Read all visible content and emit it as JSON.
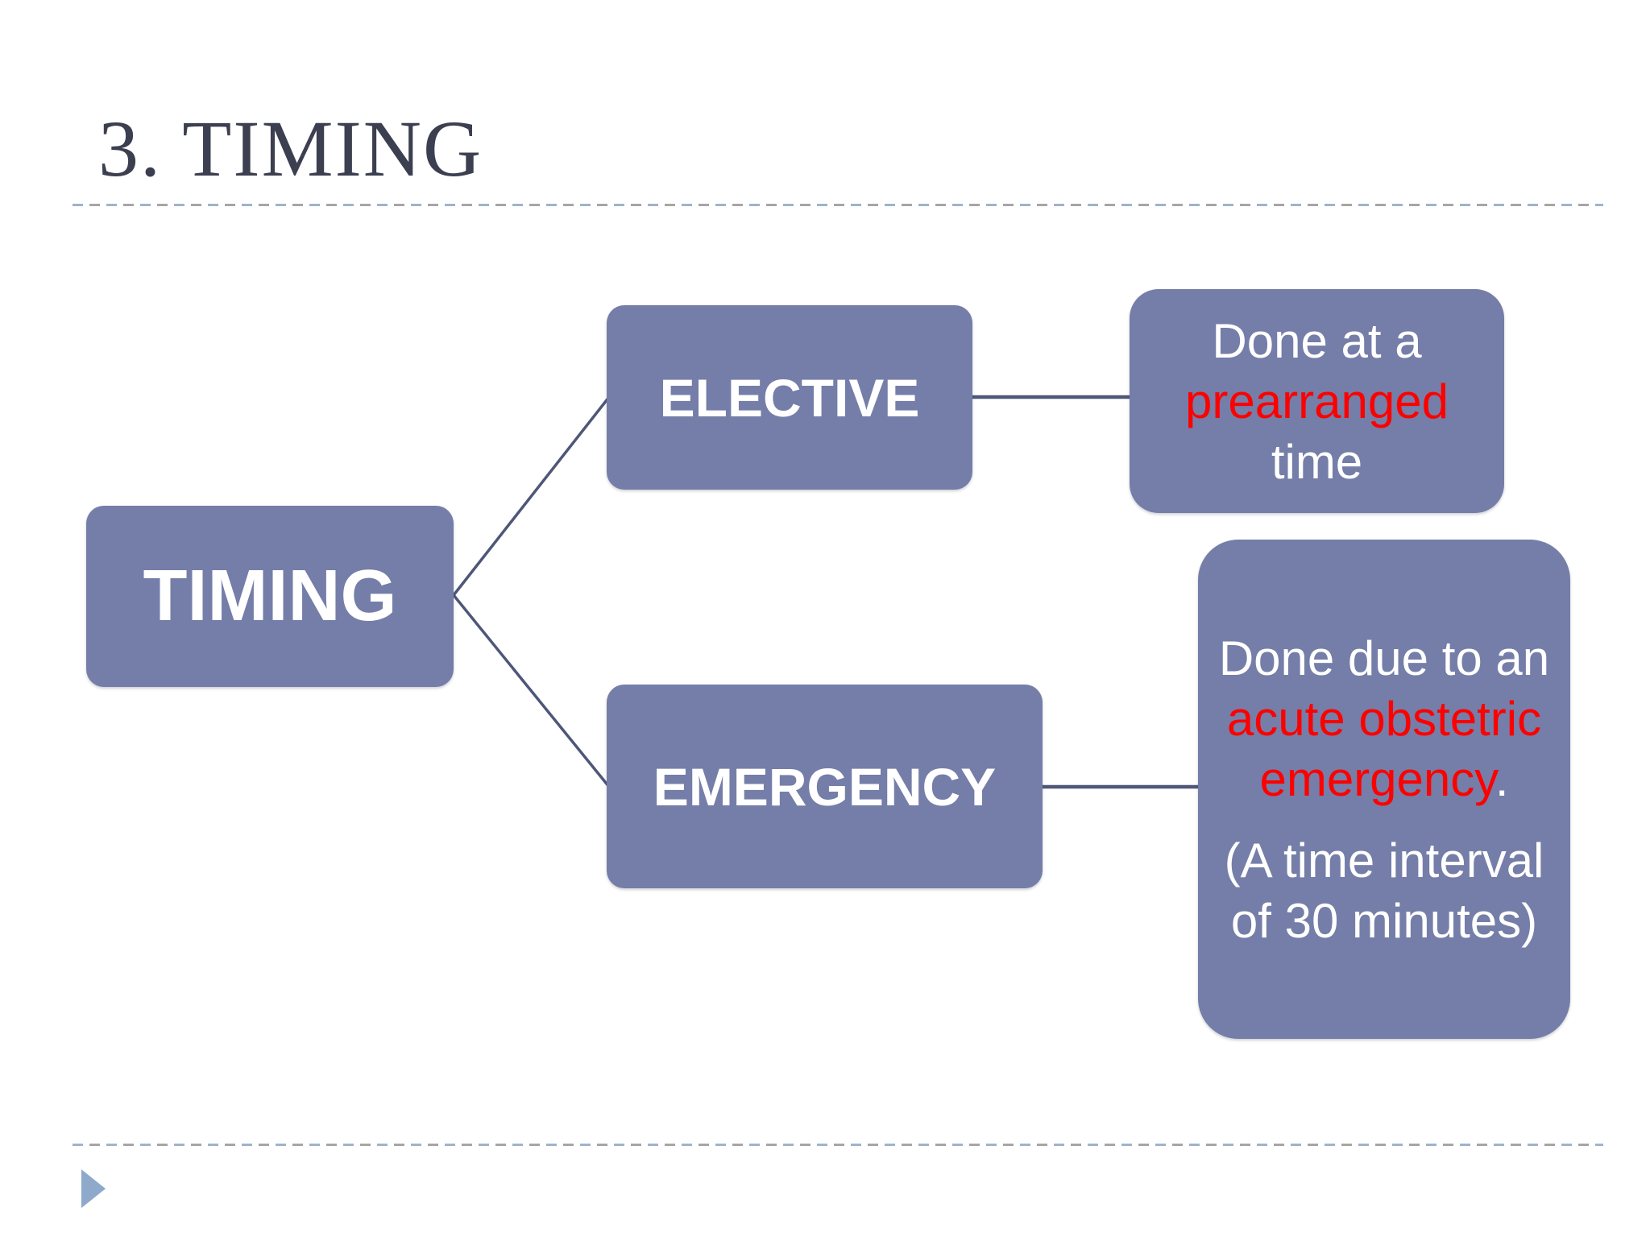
{
  "slide": {
    "title": "3. TIMING"
  },
  "diagram": {
    "root": {
      "label": "TIMING"
    },
    "branches": [
      {
        "label": "ELECTIVE",
        "detail": {
          "before": "Done at a ",
          "highlight": "prearranged",
          "after": " time"
        }
      },
      {
        "label": "EMERGENCY",
        "detail": {
          "before": "Done due to an ",
          "highlight": "acute obstetric emergency",
          "after": "."
        },
        "note": "(A time interval of 30 minutes)"
      }
    ]
  },
  "icons": {
    "nav_arrow": "right-triangle"
  },
  "colors": {
    "background": "#FFFFFF",
    "node_fill": "#757EA8",
    "node_text": "#FFFFFF",
    "highlight_red": "#FF0000",
    "title_text": "#3B3F50",
    "connector": "#4E5778",
    "divider_blue": "#9FB3CC",
    "divider_gray": "#A6A6A6",
    "nav_triangle": "#8FA9CB"
  }
}
